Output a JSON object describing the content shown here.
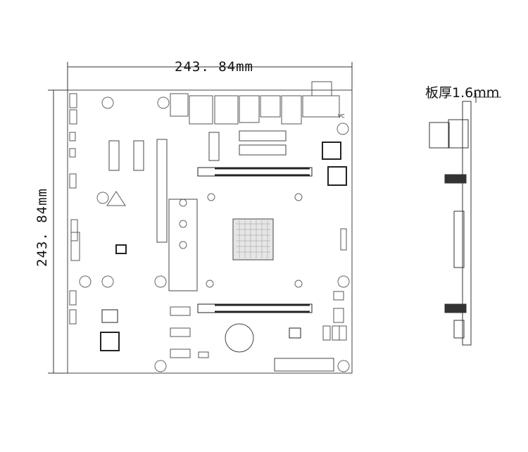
{
  "dimensions": {
    "width_label": "243. 84mm",
    "height_label": "243. 84mm",
    "thickness_label": "板厚1.6mm"
  },
  "board_labels": {
    "vc": "VC"
  }
}
